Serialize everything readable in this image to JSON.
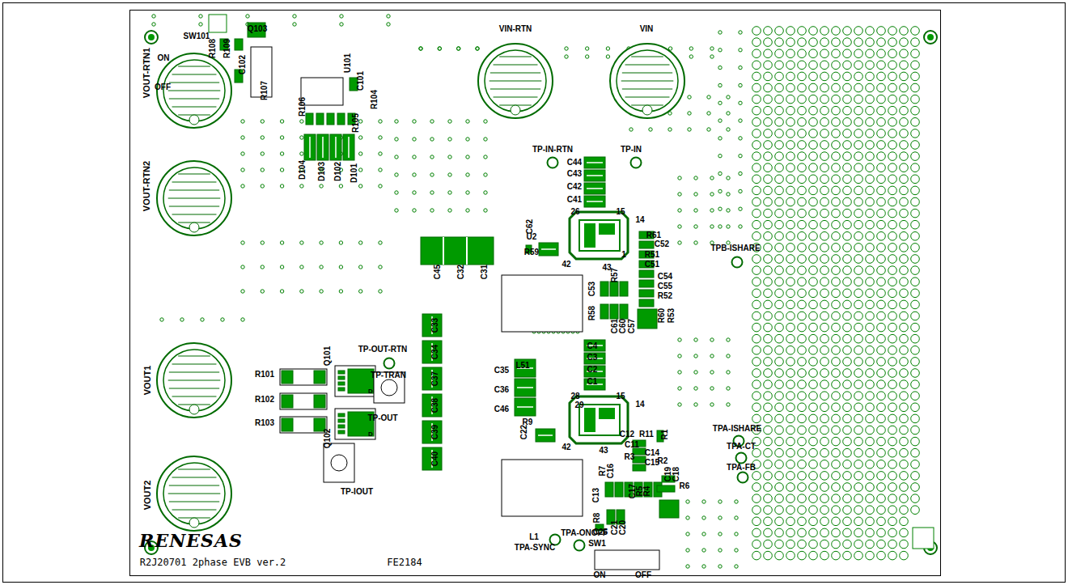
{
  "diagram": {
    "labels": [
      "SW101",
      "ON",
      "OFF",
      "R108",
      "R109",
      "C102",
      "Q103",
      "U101",
      "C101",
      "R107",
      "R106",
      "R105",
      "R104",
      "D104",
      "D103",
      "D102",
      "D101",
      "VOUT-RTN1",
      "VOUT-RTN2",
      "VIN-RTN",
      "VIN",
      "TP-IN-RTN",
      "TP-IN",
      "C44",
      "C43",
      "C42",
      "C41",
      "26",
      "15",
      "14",
      "U2",
      "C62",
      "R59",
      "42",
      "43",
      "1",
      "R61",
      "C52",
      "R51",
      "C51",
      "C54",
      "C55",
      "R52",
      "R60",
      "R53",
      "C53",
      "R57",
      "R58",
      "C61",
      "C60",
      "C57",
      "C45",
      "C32",
      "C31",
      "TPB-ISHARE",
      "C33",
      "C34",
      "C37",
      "C38",
      "C39",
      "C40",
      "C4",
      "C3",
      "C2",
      "C1",
      "L51",
      "C35",
      "C36",
      "C46",
      "28",
      "29",
      "15",
      "14",
      "C22",
      "R9",
      "42",
      "43",
      "C12",
      "R11",
      "R1",
      "C11",
      "C14",
      "C15",
      "R3",
      "R2",
      "C19",
      "C18",
      "R6",
      "R7",
      "C16",
      "C13",
      "C17",
      "R5",
      "R4",
      "R8",
      "C25",
      "C21",
      "C20",
      "TPA-ISHARE",
      "TPA-CT",
      "TPA-FB",
      "L1",
      "TPA-SYNC",
      "TPA-ONOFF",
      "SW1",
      "ON",
      "OFF",
      "VOUT1",
      "VOUT2",
      "R101",
      "R102",
      "R103",
      "Q101",
      "TP-OUT-RTN",
      "TP-TRAN",
      "TP-OUT",
      "Q102",
      "D",
      "D",
      "TP-IOUT",
      "RENESAS",
      "R2J20701 2phase EVB ver.2",
      "FE2184"
    ]
  }
}
